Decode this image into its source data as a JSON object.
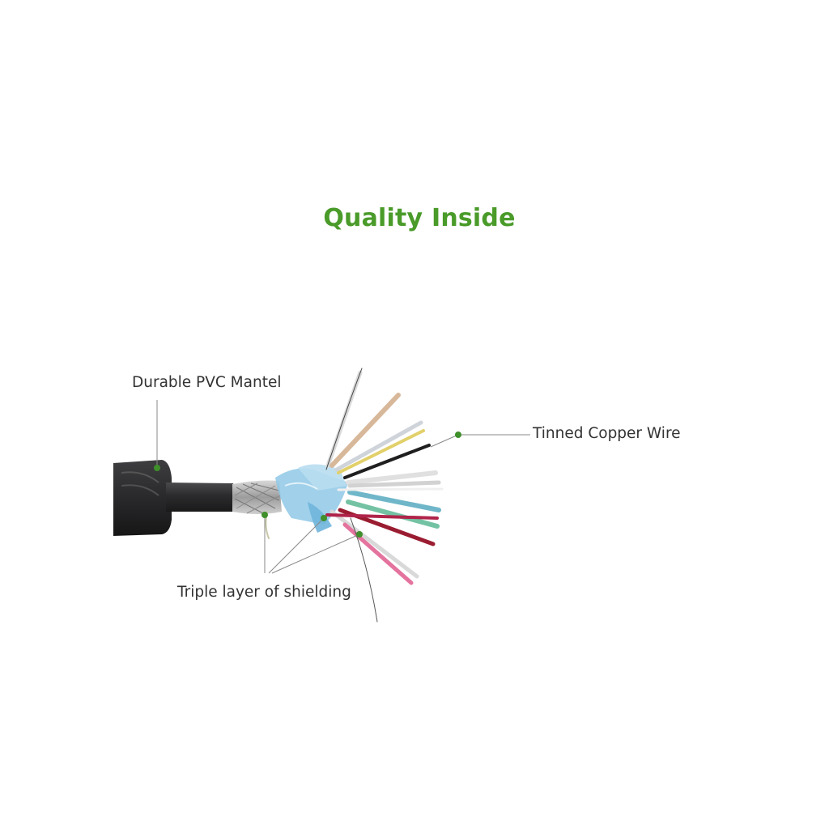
{
  "title": "Quality Inside",
  "labels": {
    "pvc_mantel": "Durable PVC Mantel",
    "tinned_copper": "Tinned Copper Wire",
    "triple_shielding": "Triple layer of shielding"
  },
  "colors": {
    "accent_green": "#4a9b2a",
    "callout_dot": "#3f8f2b",
    "callout_line": "#8a8a8a",
    "label_text": "#333333",
    "cable_jacket": "#2b2b2d"
  }
}
